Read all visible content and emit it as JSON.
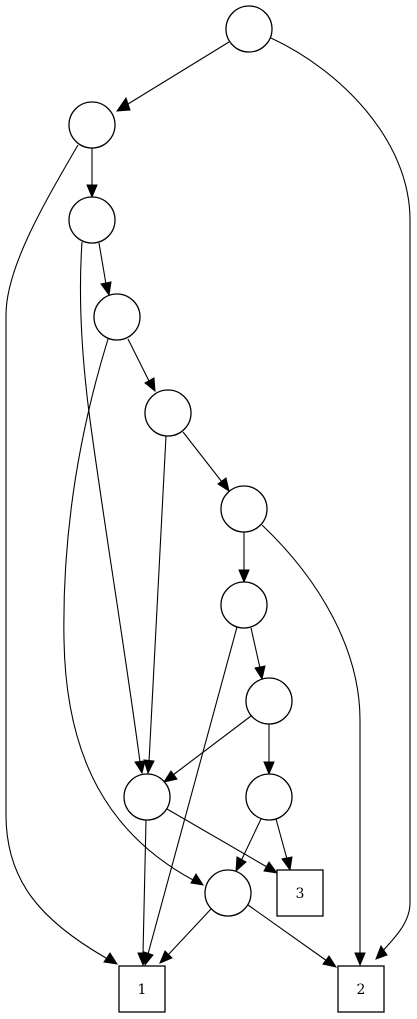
{
  "diagram": {
    "type": "directed-graph",
    "nodes": [
      {
        "id": "n0",
        "shape": "circle",
        "label": ""
      },
      {
        "id": "n1",
        "shape": "circle",
        "label": ""
      },
      {
        "id": "n2",
        "shape": "circle",
        "label": ""
      },
      {
        "id": "n3",
        "shape": "circle",
        "label": ""
      },
      {
        "id": "n4",
        "shape": "circle",
        "label": ""
      },
      {
        "id": "n5",
        "shape": "circle",
        "label": ""
      },
      {
        "id": "n6",
        "shape": "circle",
        "label": ""
      },
      {
        "id": "n7",
        "shape": "circle",
        "label": ""
      },
      {
        "id": "n8",
        "shape": "circle",
        "label": ""
      },
      {
        "id": "n9",
        "shape": "circle",
        "label": ""
      },
      {
        "id": "n10",
        "shape": "circle",
        "label": ""
      },
      {
        "id": "t1",
        "shape": "box",
        "label": "1"
      },
      {
        "id": "t2",
        "shape": "box",
        "label": "2"
      },
      {
        "id": "t3",
        "shape": "box",
        "label": "3"
      }
    ],
    "edges": [
      {
        "from": "n0",
        "to": "n1"
      },
      {
        "from": "n0",
        "to": "t2"
      },
      {
        "from": "n1",
        "to": "n2"
      },
      {
        "from": "n1",
        "to": "t1"
      },
      {
        "from": "n2",
        "to": "n3"
      },
      {
        "from": "n2",
        "to": "n8"
      },
      {
        "from": "n3",
        "to": "n4"
      },
      {
        "from": "n3",
        "to": "n10"
      },
      {
        "from": "n4",
        "to": "n5"
      },
      {
        "from": "n4",
        "to": "n8"
      },
      {
        "from": "n5",
        "to": "n6"
      },
      {
        "from": "n5",
        "to": "t2"
      },
      {
        "from": "n6",
        "to": "n7"
      },
      {
        "from": "n6",
        "to": "t1"
      },
      {
        "from": "n7",
        "to": "n8"
      },
      {
        "from": "n7",
        "to": "n9"
      },
      {
        "from": "n8",
        "to": "t1"
      },
      {
        "from": "n8",
        "to": "t3"
      },
      {
        "from": "n9",
        "to": "n10"
      },
      {
        "from": "n9",
        "to": "t3"
      },
      {
        "from": "n10",
        "to": "t1"
      },
      {
        "from": "n10",
        "to": "t2"
      }
    ],
    "colors": {
      "stroke": "#000000",
      "fill": "#ffffff",
      "background": "#ffffff"
    }
  }
}
